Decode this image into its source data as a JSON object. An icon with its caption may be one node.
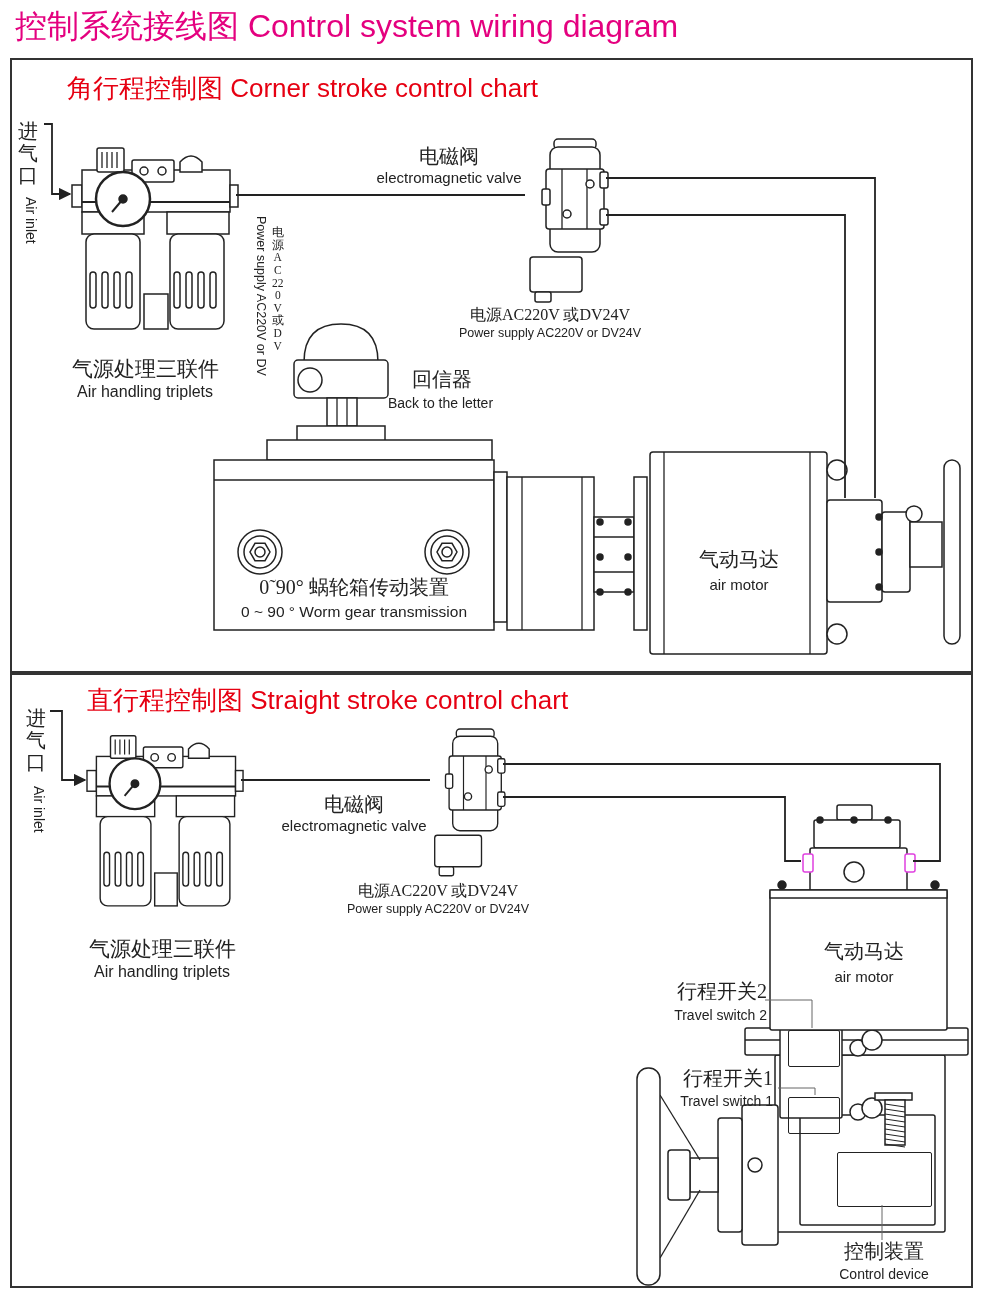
{
  "diagram": {
    "title": "控制系统接线图 Control system wiring diagram",
    "nodes": [
      {
        "text": [
          "角行程控制图 Corner stroke control chart"
        ]
      },
      {
        "text": [
          "进气口",
          "Air inlet"
        ],
        "in": 0
      },
      {
        "text": [
          "气源处理三联件",
          "Air handling triplets"
        ],
        "in": 0
      },
      {
        "text": [
          "电磁阀",
          "electromagnetic valve"
        ],
        "in": 0,
        "beside": [
          "电源AC220V 或DV24V",
          "Power supply AC220V or DV24V"
        ]
      },
      {
        "text": [
          "回信器",
          "Back to the letter"
        ],
        "in": 0,
        "beside": [
          "电源AC220V 或DV",
          "Power supply AC220V or DV"
        ]
      },
      {
        "text": [
          "0˜90° 蜗轮箱传动装置",
          "0 ~ 90 ° Worm gear transmission"
        ],
        "in": 0
      },
      {
        "text": [
          "气动马达",
          "air motor"
        ],
        "in": 0
      },
      {
        "text": [
          "直行程控制图 Straight stroke control chart"
        ]
      },
      {
        "text": [
          "进气口",
          "Air inlet"
        ],
        "in": 7
      },
      {
        "text": [
          "气源处理三联件",
          "Air handling triplets"
        ],
        "in": 7
      },
      {
        "text": [
          "电磁阀",
          "electromagnetic valve"
        ],
        "in": 7,
        "beside": [
          "电源AC220V 或DV24V",
          "Power supply AC220V or DV24V"
        ]
      },
      {
        "text": [
          "气动马达",
          "air motor"
        ],
        "in": 7
      },
      {
        "text": [
          "行程开关2",
          "Travel switch 2"
        ],
        "in": 7
      },
      {
        "text": [],
        "shape": "box",
        "in": 7
      },
      {
        "text": [
          "行程开关1",
          "Travel switch 1"
        ],
        "in": 7
      },
      {
        "text": [],
        "shape": "box",
        "in": 7
      },
      {
        "text": [
          "控制装置",
          "Control device"
        ],
        "in": 7
      },
      {
        "text": [],
        "shape": "box",
        "in": 7
      }
    ],
    "edges": [
      {
        "from": 1,
        "to": 2,
        "arrow": "to"
      },
      {
        "from": 2,
        "to": 3,
        "arrow": "none"
      },
      {
        "from": 3,
        "to": 6,
        "arrow": "none"
      },
      {
        "from": 3,
        "to": 6,
        "arrow": "none"
      },
      {
        "from": 8,
        "to": 9,
        "arrow": "to"
      },
      {
        "from": 9,
        "to": 10,
        "arrow": "none"
      },
      {
        "from": 10,
        "to": 11,
        "arrow": "none"
      },
      {
        "from": 10,
        "to": 11,
        "arrow": "none"
      },
      {
        "from": 12,
        "to": 13,
        "arrow": "none"
      },
      {
        "from": 14,
        "to": 15,
        "arrow": "none"
      },
      {
        "from": 16,
        "to": 17,
        "arrow": "none"
      }
    ]
  }
}
